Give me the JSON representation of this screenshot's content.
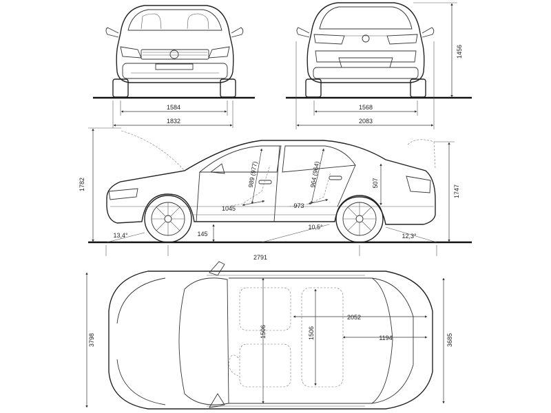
{
  "diagram": {
    "front_view": {
      "dim_track_front": "1584",
      "dim_width_front": "1832"
    },
    "rear_view": {
      "dim_track_rear": "1568",
      "dim_width_mirrors": "2083",
      "dim_height": "1456"
    },
    "side_view": {
      "dim_overall_height_incl": "1782",
      "dim_rear_height": "1747",
      "dim_front_headroom": "989 (977)",
      "dim_rear_headroom": "964 (964)",
      "dim_trunk_height": "507",
      "dim_front_legroom": "1045",
      "dim_rear_legroom": "973",
      "dim_approach_angle": "13,4°",
      "dim_ground_clearance": "145",
      "dim_ramp_angle": "10,5°",
      "dim_departure_angle": "12,3°",
      "dim_wheelbase_partial": "2791"
    },
    "top_view": {
      "dim_length": "3798",
      "dim_length_right": "3685",
      "dim_front_cabin_width": "1506",
      "dim_rear_cabin_width": "1506",
      "dim_cabin_length": "2052",
      "dim_trunk_length": "1194"
    }
  }
}
